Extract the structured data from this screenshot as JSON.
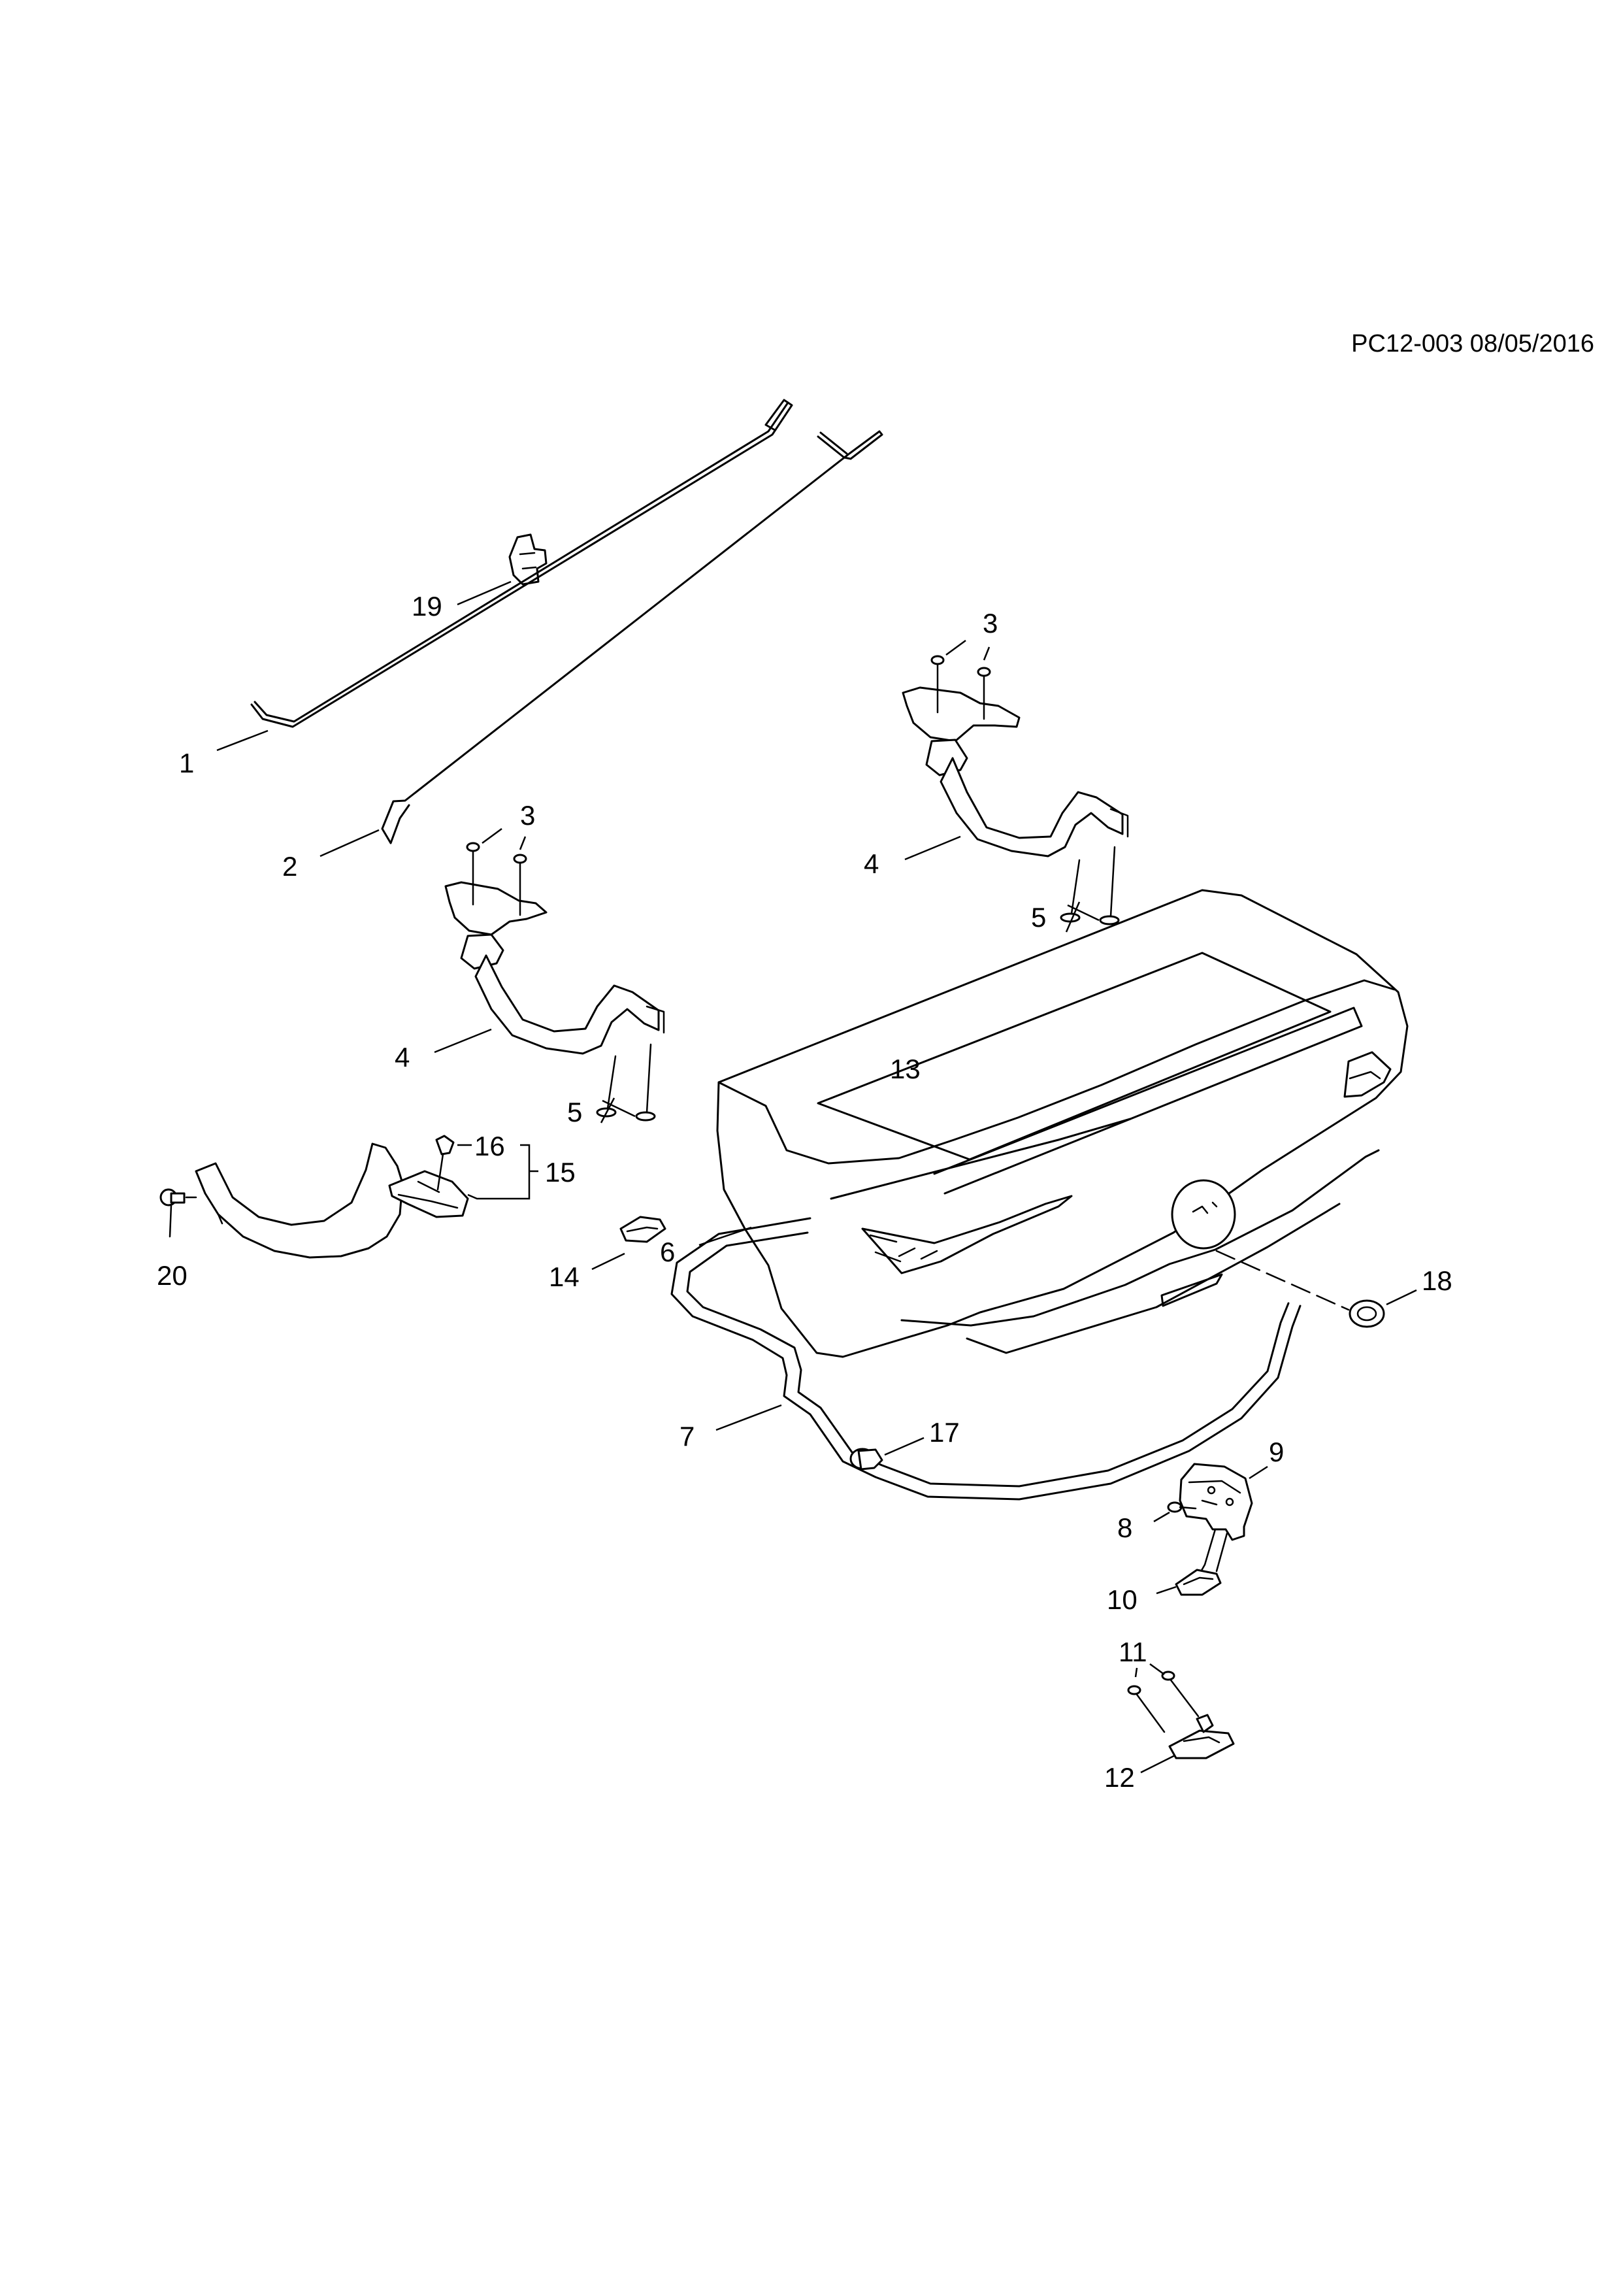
{
  "diagram": {
    "code": "PC12-003 08/05/2016",
    "callouts": [
      "1",
      "2",
      "3",
      "3",
      "4",
      "4",
      "5",
      "5",
      "6",
      "7",
      "8",
      "9",
      "10",
      "11",
      "12",
      "13",
      "14",
      "15",
      "16",
      "17",
      "18",
      "19",
      "20"
    ]
  }
}
